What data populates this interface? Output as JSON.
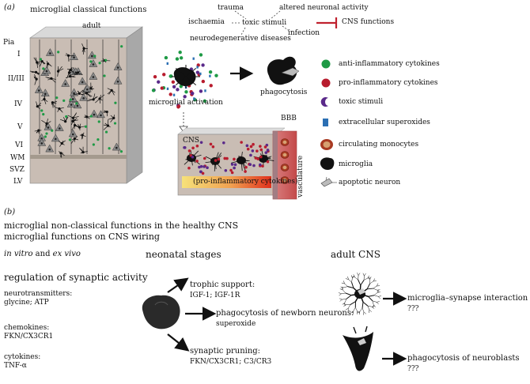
{
  "panel_a": {
    "label": "(a)",
    "title": "microglial classical functions",
    "block_label": "adult",
    "layers": [
      "Pia",
      "I",
      "II/III",
      "IV",
      "V",
      "VI",
      "WM",
      "SVZ",
      "LV"
    ],
    "stimuli": {
      "trauma": "trauma",
      "altered": "altered neuronal activity",
      "ischaemia": "ischaemia",
      "toxic": "toxic stimuli",
      "infection": "infection",
      "neurodegenerative": "neurodegenerative diseases",
      "cns_functions": "CNS functions"
    },
    "activation": "microglial activation",
    "phagocytosis": "phagocytosis",
    "bbb": "BBB",
    "cns": "CNS",
    "vasculature": "vasculature",
    "gradient": "(pro-inflammatory cytokines)",
    "legend": [
      {
        "label": "anti-inflammatory cytokines",
        "icon": "green-dot",
        "color": "#1e9a45"
      },
      {
        "label": "pro-inflammatory cytokines",
        "icon": "red-dot",
        "color": "#b81c2e"
      },
      {
        "label": "toxic stimuli",
        "icon": "purple-crescent",
        "color": "#5a2a8a"
      },
      {
        "label": "extracellular superoxides",
        "icon": "blue-square",
        "color": "#2b6fb3"
      },
      {
        "label": "circulating monocytes",
        "icon": "monocyte",
        "color": "#8b2a18"
      },
      {
        "label": "microglia",
        "icon": "black-blob",
        "color": "#111111"
      },
      {
        "label": "apoptotic neuron",
        "icon": "apoptotic-neuron",
        "color": "#888888"
      }
    ]
  },
  "panel_b": {
    "label": "(b)",
    "line1": "microglial non-classical functions in the healthy CNS",
    "line2": "microglial functions on CNS wiring",
    "col_invitro_1": "in vitro",
    "col_invitro_and": " and ",
    "col_invitro_2": "ex vivo",
    "col_neonatal": "neonatal stages",
    "col_adult": "adult CNS",
    "regulation": "regulation of synaptic activity",
    "left_items": [
      {
        "title": "neurotransmitters:",
        "detail": "glycine; ATP"
      },
      {
        "title": "chemokines:",
        "detail": "FKN/CX3CR1"
      },
      {
        "title": "cytokines:",
        "detail": "TNF-α"
      }
    ],
    "neonatal_items": [
      {
        "title": "trophic support:",
        "detail": "IGF-1; IGF-1R"
      },
      {
        "title": "phagocytosis of newborn neurons:",
        "detail": "superoxide"
      },
      {
        "title": "synaptic pruning:",
        "detail": "FKN/CX3CR1; C3/CR3"
      }
    ],
    "adult_items": [
      {
        "title": "microglia–synapse interaction",
        "detail": "???"
      },
      {
        "title": "phagocytosis of neuroblasts",
        "detail": "???"
      }
    ]
  }
}
